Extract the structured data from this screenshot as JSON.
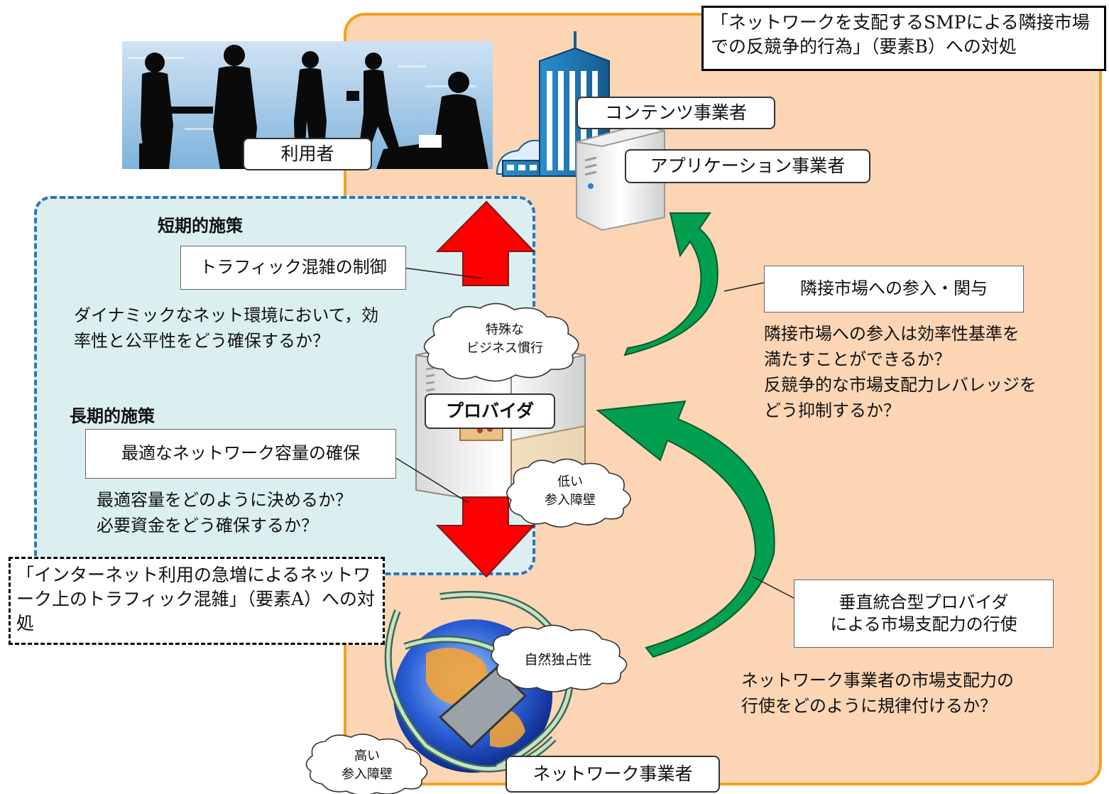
{
  "zone_b": {
    "title": "「ネットワークを支配するSMPによる隣接市場での反競争的行為」（要素B）への対処"
  },
  "zone_a": {
    "title": "「インターネット利用の急増によるネットワーク上のトラフィック混雑」（要素A）への対処"
  },
  "actors": {
    "user": "利用者",
    "content": "コンテンツ事業者",
    "application": "アプリケーション事業者",
    "provider": "プロバイダ",
    "network": "ネットワーク事業者"
  },
  "short_term": {
    "heading": "短期的施策",
    "box": "トラフィック混雑の制御",
    "question_lines": [
      "ダイナミックなネット環境において，効",
      "率性と公平性をどう確保するか？"
    ]
  },
  "long_term": {
    "heading": "長期的施策",
    "box": "最適なネットワーク容量の確保",
    "question_lines": [
      "最適容量をどのように決めるか？",
      "必要資金をどう確保するか？"
    ]
  },
  "adjacent": {
    "box": "隣接市場への参入・関与",
    "question_lines": [
      "隣接市場への参入は効率性基準を",
      "満たすことができるか？",
      "反競争的な市場支配力レバレッジを",
      "どう抑制するか？"
    ]
  },
  "vertical": {
    "box_lines": [
      "垂直統合型プロバイダ",
      "による市場支配力の行使"
    ],
    "question_lines": [
      "ネットワーク事業者の市場支配力の",
      "行使をどのように規律付けるか？"
    ]
  },
  "clouds": {
    "business": [
      "特殊な",
      "ビジネス慣行"
    ],
    "low_barrier": [
      "低い",
      "参入障壁"
    ],
    "natural_monopoly": "自然独占性",
    "high_barrier": [
      "高い",
      "参入障壁"
    ]
  },
  "colors": {
    "zone_b_fill": "#fcd5b5",
    "zone_b_border": "#f4a21e",
    "zone_a_fill": "#dceff0",
    "zone_a_border": "#2e75b6",
    "arrow_red": "#ff0000",
    "arrow_green": "#00a050"
  }
}
